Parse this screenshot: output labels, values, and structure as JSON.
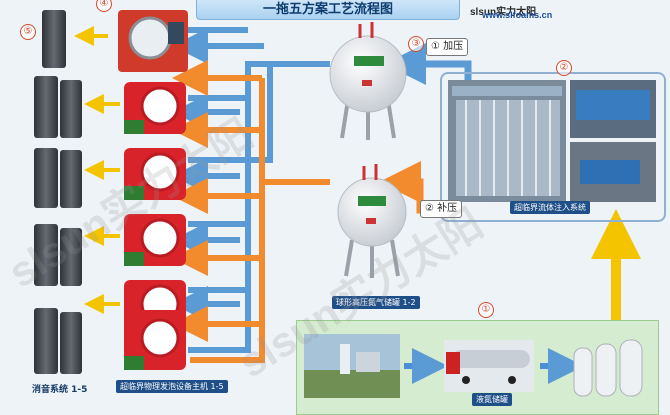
{
  "header": {
    "title": "一拖五方案工艺流程图",
    "brand": "slsun实力太阳",
    "website": "www.slfoams.cn"
  },
  "markers": {
    "m1": "①",
    "m2": "②",
    "m3": "③",
    "m4": "④",
    "m5": "⑤"
  },
  "steps": {
    "pressurize": "① 加压",
    "replenish": "② 补压"
  },
  "captions": {
    "spheres": "球形高压氮气储罐 1-2",
    "supercritical": "超临界流体注入系统",
    "liquid_storage": "液氮储罐",
    "foam_units": "超临界物理发泡设备主机 1-5",
    "cooling": "消音系统 1-5"
  },
  "watermark": "slsun实力太阳",
  "colors": {
    "blue": "#5b9bd5",
    "orange": "#f28a2e",
    "yellow": "#f5c400",
    "red": "#d9232a"
  }
}
